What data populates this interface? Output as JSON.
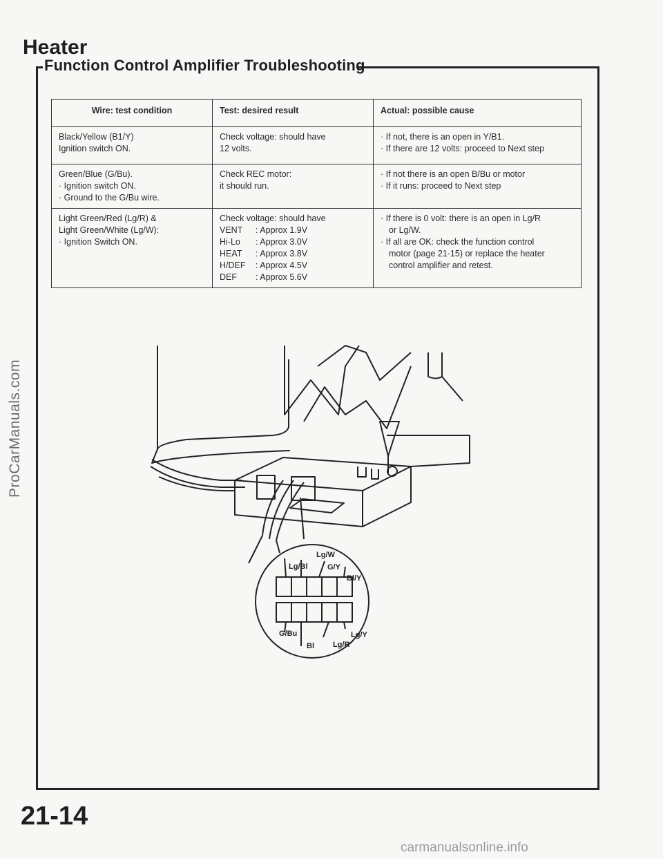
{
  "watermarks": {
    "side": "ProCarManuals.com",
    "bottom": "carmanualsonline.info"
  },
  "header": {
    "section": "Heater",
    "title": "Function Control Amplifier Troubleshooting"
  },
  "table": {
    "columns": [
      "Wire: test condition",
      "Test: desired result",
      "Actual: possible cause"
    ],
    "rows": [
      {
        "wire": [
          "Black/Yellow (B1/Y)",
          "Ignition switch ON."
        ],
        "test": [
          "Check voltage: should have",
          "12 volts."
        ],
        "cause": [
          "If not, there is an open in Y/B1.",
          "If there are 12 volts: proceed to Next step"
        ]
      },
      {
        "wire": [
          "Green/Blue (G/Bu).",
          "Ignition switch ON.",
          "Ground to the G/Bu wire."
        ],
        "test": [
          "Check REC motor:",
          "it should run."
        ],
        "cause": [
          "If not there is an open B/Bu or motor",
          "If it runs: proceed to Next step"
        ]
      },
      {
        "wire": [
          "Light Green/Red (Lg/R) &",
          "Light Green/White (Lg/W):",
          "Ignition Switch ON."
        ],
        "test_intro": "Check voltage: should have",
        "voltages": [
          {
            "mode": "VENT",
            "value": ": Approx 1.9V"
          },
          {
            "mode": "Hi-Lo",
            "value": ": Approx 3.0V"
          },
          {
            "mode": "HEAT",
            "value": ": Approx 3.8V"
          },
          {
            "mode": "H/DEF",
            "value": ": Approx 4.5V"
          },
          {
            "mode": "DEF",
            "value": ": Approx 5.6V"
          }
        ],
        "cause": [
          "If there is 0 volt: there is an open in Lg/R",
          "or Lg/W.",
          "If all are OK: check the function control",
          "motor (page 21-15) or replace the heater",
          "control amplifier and retest."
        ]
      }
    ]
  },
  "connector": {
    "labels": {
      "lg_w": "Lg/W",
      "lg_bl": "Lg/Bl",
      "g_y": "G/Y",
      "bl_y": "Bl/Y",
      "g_bu": "G/Bu",
      "bl": "Bl",
      "lg_r": "Lg/R",
      "lg_y": "Lg/Y"
    }
  },
  "footer": {
    "page_number": "21-14"
  }
}
